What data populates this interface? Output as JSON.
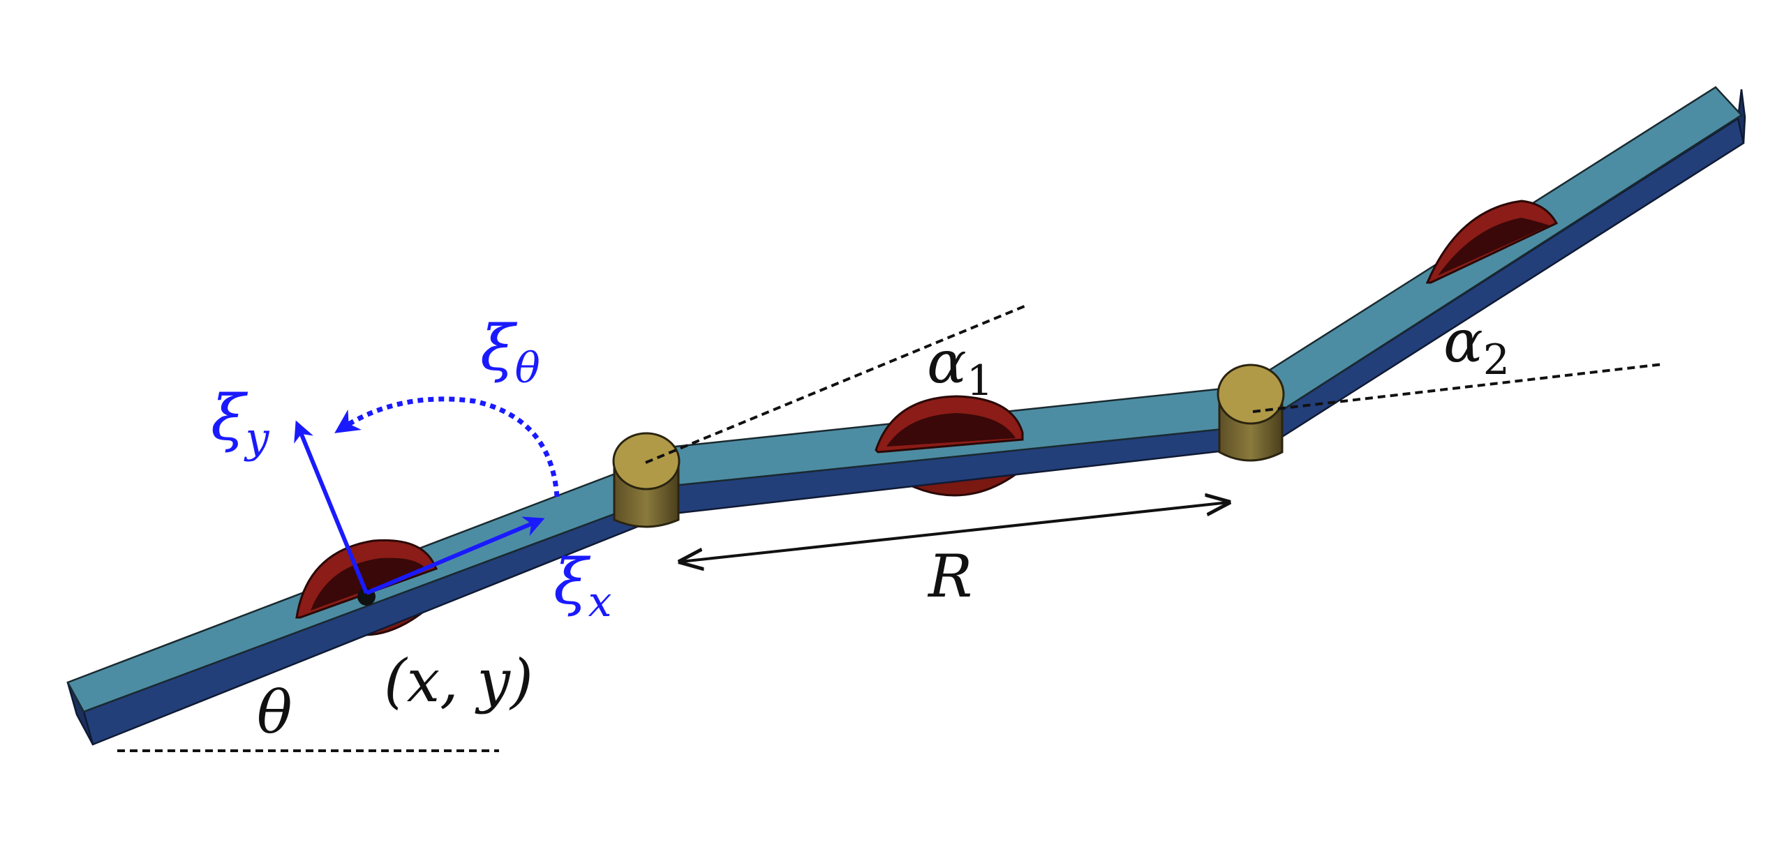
{
  "labels": {
    "theta": "θ",
    "position": "(x, y)",
    "xi_x": {
      "base": "ξ",
      "sub": "x"
    },
    "xi_y": {
      "base": "ξ",
      "sub": "y"
    },
    "xi_theta": {
      "base": "ξ",
      "sub": "θ"
    },
    "alpha_1": {
      "base": "α",
      "sub": "1"
    },
    "alpha_2": {
      "base": "α",
      "sub": "2"
    },
    "R": "R"
  },
  "colors": {
    "link_top": "#4d8da3",
    "link_side": "#233f7a",
    "wheel": "#8b1c17",
    "joint": "#b09a48",
    "velocity_arrows": "#1a1aff",
    "annotation": "#111111"
  }
}
